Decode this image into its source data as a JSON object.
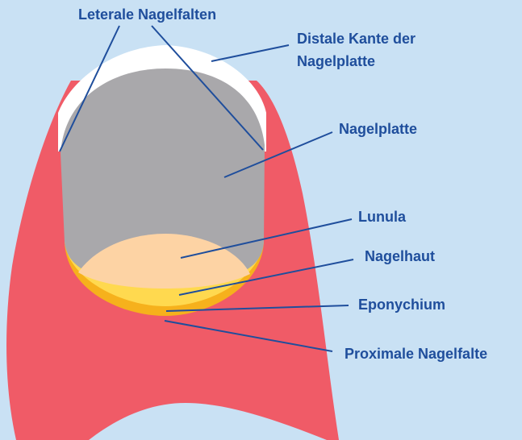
{
  "labels": {
    "lateral_folds": "Leterale Nagelfalten",
    "distal_edge_line1": "Distale Kante der",
    "distal_edge_line2": "Nagelplatte",
    "nail_plate": "Nagelplatte",
    "lunula": "Lunula",
    "cuticle": "Nagelhaut",
    "eponychium": "Eponychium",
    "proximal_fold": "Proximale Nagelfalte"
  },
  "colors": {
    "background": "#c9e1f4",
    "finger": "#f05b67",
    "nail_plate": "#a9a8ab",
    "free_edge": "#ffffff",
    "lunula": "#fdd3a4",
    "cuticle": "#ffd94f",
    "eponychium": "#f6b11c",
    "label": "#1f4e9c"
  }
}
